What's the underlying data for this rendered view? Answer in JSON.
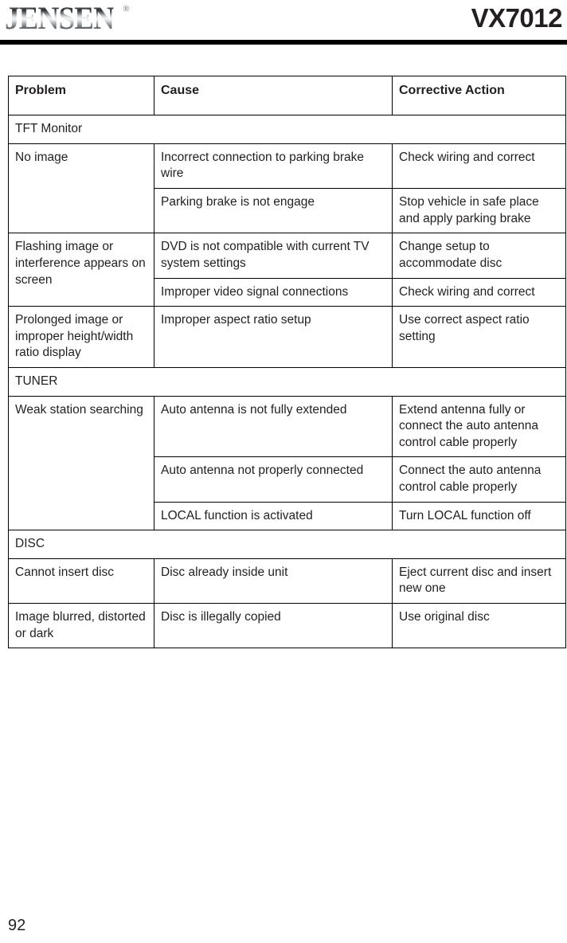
{
  "header": {
    "brand": "JENSEN",
    "brand_registered_mark": "®",
    "model": "VX7012"
  },
  "table": {
    "columns": [
      "Problem",
      "Cause",
      "Corrective Action"
    ],
    "sections": [
      {
        "title": "TFT Monitor",
        "rows": [
          {
            "problem": "No image",
            "problem_rowspan": 2,
            "cause": "Incorrect connection to parking brake wire",
            "action": "Check wiring and correct"
          },
          {
            "cause": "Parking brake is not engage",
            "action": "Stop vehicle in safe place and apply parking brake"
          },
          {
            "problem": "Flashing image or interference appears on screen",
            "problem_rowspan": 2,
            "cause": "DVD is not compatible with current TV system settings",
            "action": "Change setup to accommodate disc"
          },
          {
            "cause": "Improper video signal connections",
            "action": "Check wiring and correct"
          },
          {
            "problem": "Prolonged image or improper height/width ratio display",
            "problem_rowspan": 1,
            "cause": "Improper aspect ratio setup",
            "action": "Use correct aspect ratio setting"
          }
        ]
      },
      {
        "title": "TUNER",
        "rows": [
          {
            "problem": "Weak station searching",
            "problem_rowspan": 3,
            "cause": "Auto antenna is not fully extended",
            "action": "Extend antenna fully or connect the auto antenna control cable properly"
          },
          {
            "cause": "Auto antenna not properly connected",
            "action": "Connect the auto antenna control cable properly"
          },
          {
            "cause": "LOCAL function is activated",
            "action": "Turn LOCAL function off"
          }
        ]
      },
      {
        "title": "DISC",
        "rows": [
          {
            "problem": "Cannot insert disc",
            "problem_rowspan": 1,
            "cause": "Disc already inside unit",
            "action": "Eject current disc and insert new one"
          },
          {
            "problem": "Image blurred, distorted or dark",
            "problem_rowspan": 1,
            "cause": "Disc is illegally copied",
            "action": "Use original disc"
          }
        ]
      }
    ]
  },
  "footer": {
    "page_number": "92"
  }
}
